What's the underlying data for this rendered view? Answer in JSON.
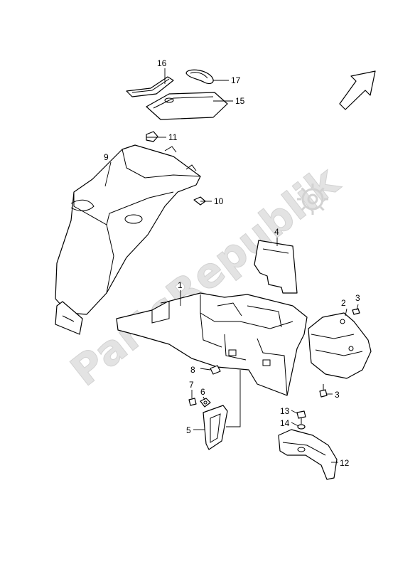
{
  "watermark": {
    "text": "PartsRepublik",
    "icon": "gear-icon"
  },
  "direction_indicator": {
    "icon": "arrow-up-right-icon"
  },
  "callouts": [
    {
      "id": "c1",
      "label": "1"
    },
    {
      "id": "c2",
      "label": "2"
    },
    {
      "id": "c3a",
      "label": "3"
    },
    {
      "id": "c3b",
      "label": "3"
    },
    {
      "id": "c4",
      "label": "4"
    },
    {
      "id": "c5",
      "label": "5"
    },
    {
      "id": "c6",
      "label": "6"
    },
    {
      "id": "c7",
      "label": "7"
    },
    {
      "id": "c8",
      "label": "8"
    },
    {
      "id": "c9",
      "label": "9"
    },
    {
      "id": "c10",
      "label": "10"
    },
    {
      "id": "c11",
      "label": "11"
    },
    {
      "id": "c12",
      "label": "12"
    },
    {
      "id": "c13",
      "label": "13"
    },
    {
      "id": "c14",
      "label": "14"
    },
    {
      "id": "c15",
      "label": "15"
    },
    {
      "id": "c16",
      "label": "16"
    },
    {
      "id": "c17",
      "label": "17"
    }
  ]
}
